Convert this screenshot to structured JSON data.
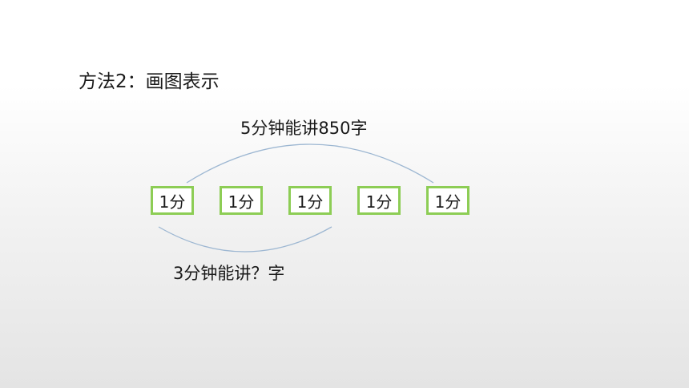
{
  "heading": "方法2：画图表示",
  "top_label": "5分钟能讲850字",
  "bottom_label": "3分钟能讲？字",
  "units": [
    "1分",
    "1分",
    "1分",
    "1分",
    "1分"
  ],
  "colors": {
    "box_border": "#8dcd55",
    "arc": "#9db7d2"
  }
}
